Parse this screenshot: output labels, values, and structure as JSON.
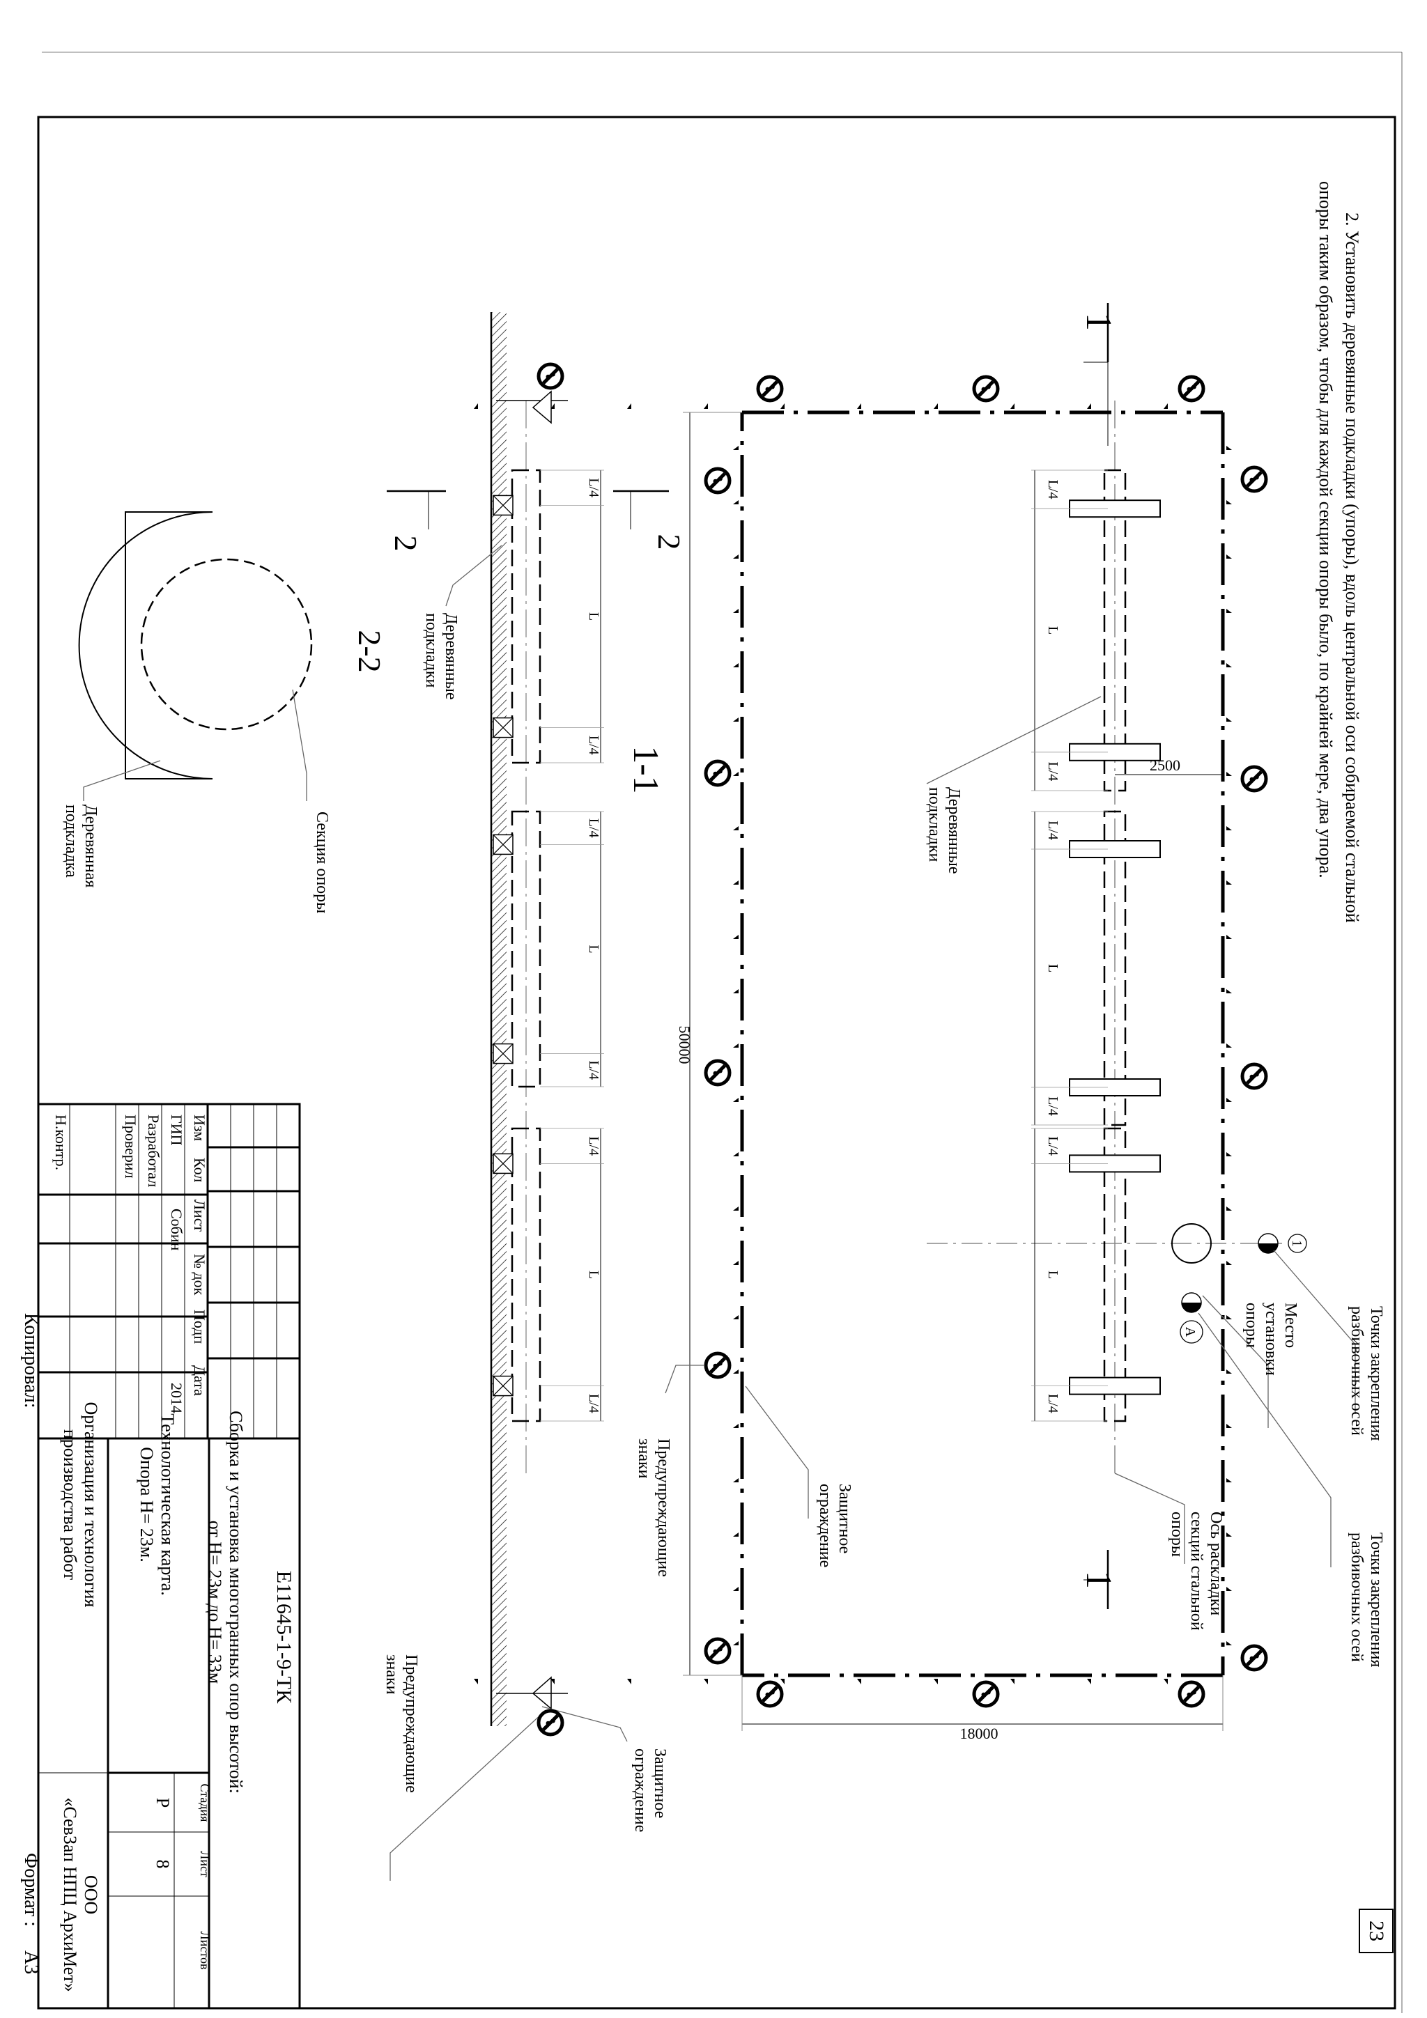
{
  "page_number": "23",
  "note": {
    "line1": "2.  Установить деревянные подкладки (упоры), вдоль центральной оси собираемой стальной",
    "line2": "опоры таким образом, чтобы для каждой секции опоры было, по крайней мере, два упора."
  },
  "plan": {
    "section_marker": "1",
    "dim_length": "50000",
    "dim_width": "18000",
    "dim_offset": "2500",
    "quarter_label": "L/4",
    "span_label": "L",
    "axis_marker_1": "1",
    "axis_marker_a": "A",
    "labels": {
      "wooden_pads": [
        "Деревянные",
        "подкладки"
      ],
      "fixing_points_top": [
        "Точки закрепления",
        "разбивочных осей"
      ],
      "fixing_points_bottom": [
        "Точки закрепления",
        "разбивочных осей"
      ],
      "install_place": [
        "Место",
        "установки",
        "опоры"
      ],
      "layout_axis": [
        "Ось раскладки",
        "секций стальной",
        "опоры"
      ],
      "protective_fence": [
        "Защитное",
        "ограждение"
      ],
      "warning_signs": [
        "Предупреждающие",
        "знаки"
      ]
    }
  },
  "section11": {
    "title": "1-1",
    "section_marker": "2",
    "quarter_label": "L/4",
    "span_label": "L",
    "labels": {
      "wooden_pads": [
        "Деревянные",
        "подкладки"
      ],
      "warning_signs": [
        "Предупреждающие",
        "знаки"
      ],
      "protective_fence": [
        "Защитное",
        "ограждение"
      ]
    }
  },
  "section22": {
    "title": "2-2",
    "labels": {
      "tower_section": "Секция опоры",
      "wooden_pad": [
        "Деревянная",
        "подкладка"
      ]
    }
  },
  "title_block": {
    "code": "Е11645-1-9-ТК",
    "project_title": [
      "Сборка и установка многогранных опор высотой:",
      "от Н= 23м до Н= 33м"
    ],
    "sheet_title": [
      "Технологическая карта.",
      "Опора Н= 23м."
    ],
    "organization_title": [
      "Организация и технология",
      "производства работ"
    ],
    "company": [
      "ООО",
      "«СевЗап НПЦ АрхиМет»"
    ],
    "headers": {
      "izm": "Изм",
      "kol": "Кол",
      "list": "Лист",
      "ndok": "№ док",
      "podp": "Подп",
      "data": "Дата"
    },
    "roles": [
      "ГИП",
      "Разработал",
      "Проверил",
      "",
      "Н.контр."
    ],
    "gip_name": "Собин",
    "gip_date": "2014",
    "stage_header": "Стадия",
    "sheet_header": "Лист",
    "sheets_header": "Листов",
    "stage": "Р",
    "sheet": "8",
    "sheets": "",
    "copied": "Копировал:",
    "format_label": "Формат :",
    "format_value": "А3"
  }
}
